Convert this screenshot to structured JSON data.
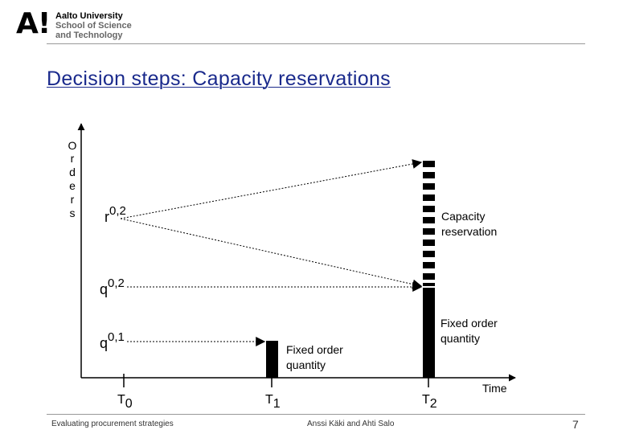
{
  "header": {
    "logo_mark": "A!",
    "logo_line1": "Aalto University",
    "logo_line2": "School of Science",
    "logo_line3": "and Technology"
  },
  "slide": {
    "title": "Decision steps: Capacity reservations"
  },
  "diagram": {
    "y_axis_letters": [
      "O",
      "r",
      "d",
      "e",
      "r",
      "s"
    ],
    "x_axis_label": "Time",
    "time_ticks": [
      {
        "main": "T",
        "sub": "0"
      },
      {
        "main": "T",
        "sub": "1"
      },
      {
        "main": "T",
        "sub": "2"
      }
    ],
    "r02": {
      "main": "r",
      "sup": "0,2"
    },
    "q02": {
      "main": "q",
      "sup": "0,2"
    },
    "q01": {
      "main": "q",
      "sup": "0,1"
    },
    "capacity_reservation_label": [
      "Capacity",
      "reservation"
    ],
    "fixed_order_t2_label": [
      "Fixed order",
      "quantity"
    ],
    "fixed_order_t1_label": [
      "Fixed order",
      "quantity"
    ]
  },
  "footer": {
    "left": "Evaluating procurement strategies",
    "center": "Anssi Käki and Ahti Salo",
    "page": "7"
  }
}
